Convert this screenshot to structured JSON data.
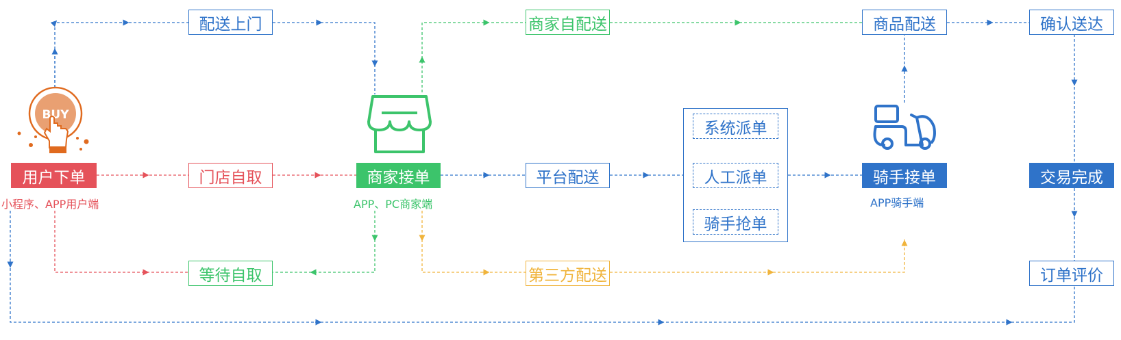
{
  "colors": {
    "blue": "#2f73c9",
    "green": "#3cc46b",
    "red": "#e5525a",
    "orange": "#f0b43c",
    "icon_orange": "#e06a1e"
  },
  "nodes": {
    "user_order": "用户下单",
    "delivery_to_door": "配送上门",
    "store_pickup": "门店自取",
    "wait_pickup": "等待自取",
    "merchant_accept": "商家接单",
    "merchant_self_delivery": "商家自配送",
    "platform_delivery": "平台配送",
    "third_party_delivery": "第三方配送",
    "system_dispatch": "系统派单",
    "manual_dispatch": "人工派单",
    "rider_grab": "骑手抢单",
    "goods_delivery": "商品配送",
    "rider_accept": "骑手接单",
    "confirm_delivered": "确认送达",
    "trade_complete": "交易完成",
    "order_review": "订单评价"
  },
  "captions": {
    "user_client": "小程序、APP用户端",
    "merchant_client": "APP、PC商家端",
    "rider_client": "APP骑手端"
  },
  "icons": {
    "buy_icon": "buy-hand-icon",
    "buy_text": "BUY",
    "store_icon": "storefront-icon",
    "scooter_icon": "delivery-scooter-icon"
  }
}
